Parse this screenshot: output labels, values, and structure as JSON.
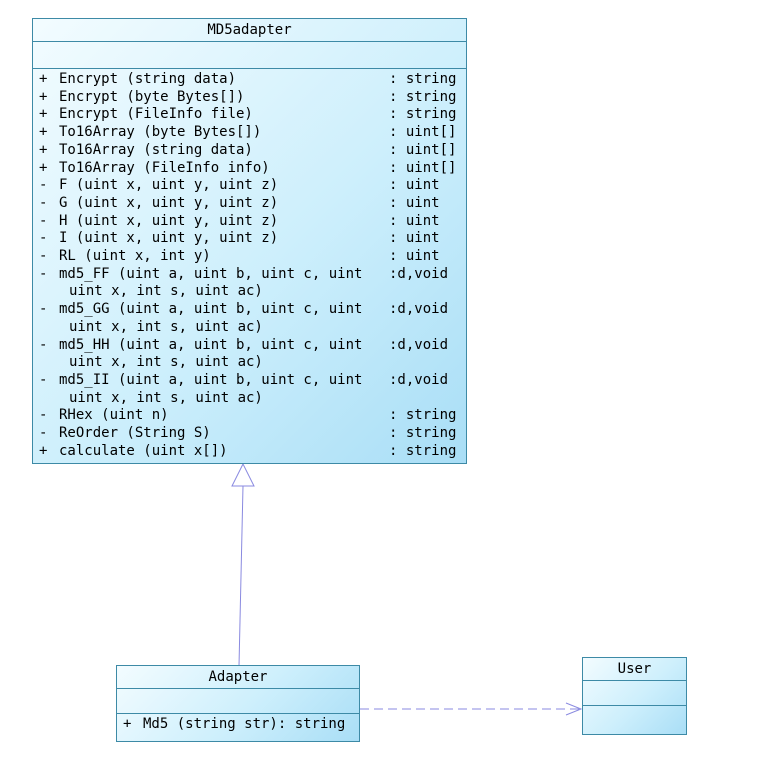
{
  "classes": {
    "md5adapter": {
      "name": "MD5adapter",
      "operations": [
        {
          "vis": "+",
          "sig": "Encrypt (string data)",
          "ret": ": string"
        },
        {
          "vis": "+",
          "sig": "Encrypt (byte Bytes[])",
          "ret": ": string"
        },
        {
          "vis": "+",
          "sig": "Encrypt (FileInfo file)",
          "ret": ": string"
        },
        {
          "vis": "+",
          "sig": "To16Array (byte Bytes[])",
          "ret": ": uint[]"
        },
        {
          "vis": "+",
          "sig": "To16Array (string data)",
          "ret": ": uint[]"
        },
        {
          "vis": "+",
          "sig": "To16Array (FileInfo info)",
          "ret": ": uint[]"
        },
        {
          "vis": "-",
          "sig": "F (uint x, uint y, uint z)",
          "ret": ": uint"
        },
        {
          "vis": "-",
          "sig": "G (uint x, uint y, uint z)",
          "ret": ": uint"
        },
        {
          "vis": "-",
          "sig": "H (uint x, uint y, uint z)",
          "ret": ": uint"
        },
        {
          "vis": "-",
          "sig": "I (uint x, uint y, uint z)",
          "ret": ": uint"
        },
        {
          "vis": "-",
          "sig": "RL (uint x, int y)",
          "ret": ": uint"
        },
        {
          "vis": "-",
          "sig": "md5_FF (uint a, uint b, uint c, uint",
          "ret": ":d,void",
          "cont": "uint x, int s, uint ac)"
        },
        {
          "vis": "-",
          "sig": "md5_GG (uint a, uint b, uint c, uint",
          "ret": ":d,void",
          "cont": "uint x, int s, uint ac)"
        },
        {
          "vis": "-",
          "sig": "md5_HH (uint a, uint b, uint c, uint",
          "ret": ":d,void",
          "cont": "uint x, int s, uint ac)"
        },
        {
          "vis": "-",
          "sig": "md5_II (uint a, uint b, uint c, uint",
          "ret": ":d,void",
          "cont": "uint x, int s, uint ac)"
        },
        {
          "vis": "-",
          "sig": "RHex (uint n)",
          "ret": ": string"
        },
        {
          "vis": "-",
          "sig": "ReOrder (String S)",
          "ret": ": string"
        },
        {
          "vis": "+",
          "sig": "calculate (uint x[])",
          "ret": ": string"
        }
      ]
    },
    "adapter": {
      "name": "Adapter",
      "operations": [
        {
          "vis": "+",
          "sig": "Md5 (string str): string",
          "ret": ""
        }
      ]
    },
    "user": {
      "name": "User",
      "operations": []
    }
  },
  "relationships": [
    {
      "type": "generalization",
      "from": "Adapter",
      "to": "MD5adapter"
    },
    {
      "type": "dependency",
      "from": "Adapter",
      "to": "User"
    }
  ],
  "colors": {
    "class_border": "#3d8aa6",
    "fill_light": "#f3fcff",
    "fill_dark": "#a9def6",
    "link_line": "#8a8ae0"
  }
}
